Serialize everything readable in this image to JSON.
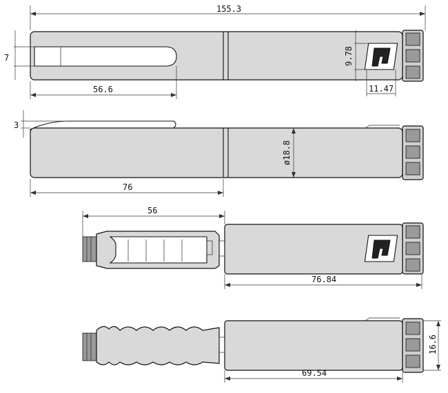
{
  "dimensions": {
    "total_length": "155.3",
    "clip_height": "7",
    "window_height": "9.78",
    "clip_length": "56.6",
    "window_width": "11.47",
    "clip_offset": "3",
    "barrel_diameter": "ø18.8",
    "cap_length": "76",
    "exposed_length": "56",
    "body_length_open": "76.84",
    "end_diameter": "16.6",
    "body_length_side": "69.54"
  }
}
